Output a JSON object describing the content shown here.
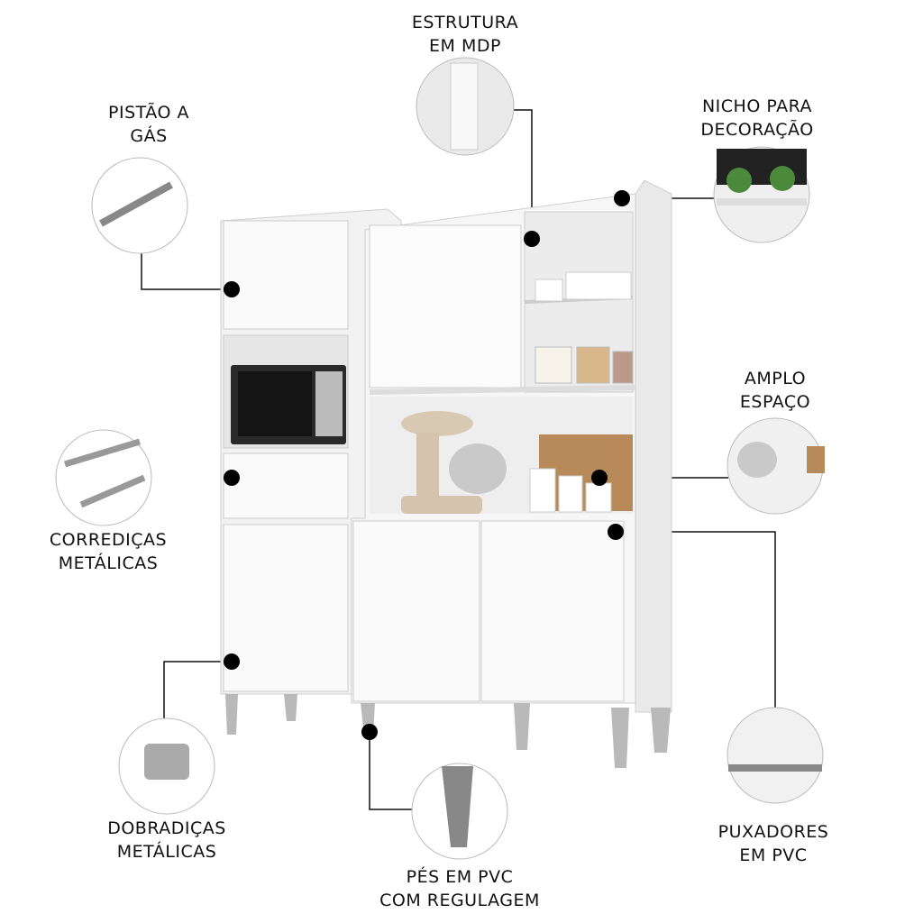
{
  "features": {
    "estrutura": {
      "line1": "ESTRUTURA",
      "line2": "EM MDP"
    },
    "pistao": {
      "line1": "PISTÃO A",
      "line2": "GÁS"
    },
    "nicho": {
      "line1": "NICHO PARA",
      "line2": "DECORAÇÃO"
    },
    "amplo": {
      "line1": "AMPLO",
      "line2": "ESPAÇO"
    },
    "corredicas": {
      "line1": "CORREDIÇAS",
      "line2": "METÁLICAS"
    },
    "dobradicas": {
      "line1": "DOBRADIÇAS",
      "line2": "METÁLICAS"
    },
    "pes": {
      "line1": "PÉS EM PVC",
      "line2": "COM REGULAGEM"
    },
    "puxadores": {
      "line1": "PUXADORES",
      "line2": "EM PVC"
    }
  },
  "colors": {
    "cabinet": "#f4f4f4",
    "edge": "#cfcfcf",
    "marker": "#000000",
    "wood": "#b88a5a"
  }
}
